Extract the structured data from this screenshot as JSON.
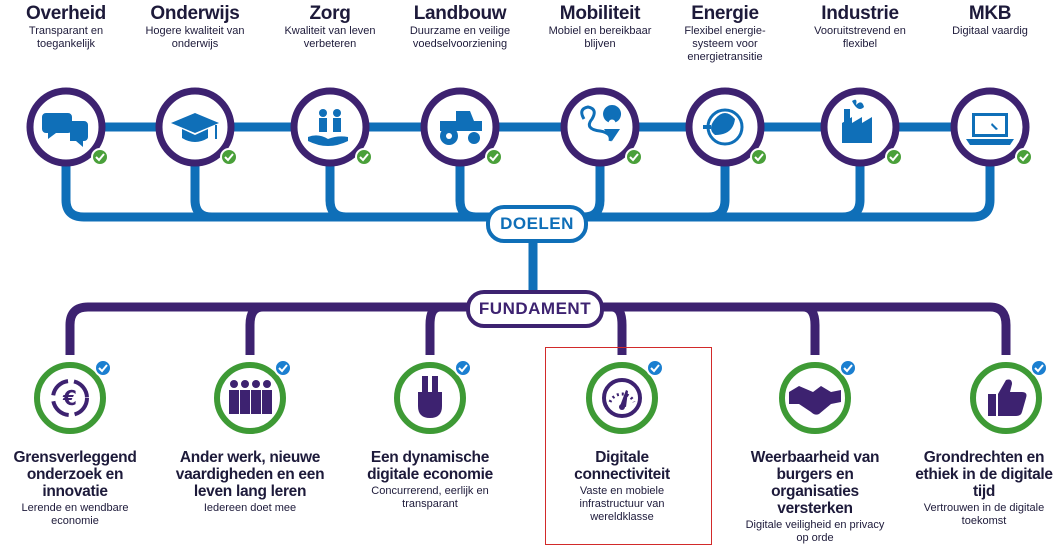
{
  "colors": {
    "purple": "#3d2270",
    "blue": "#0f6fb8",
    "green": "#3e9a35",
    "check_green": "#4aa03a",
    "check_blue": "#1b7fd0",
    "highlight": "#d22a2a"
  },
  "doelen_label": "DOELEN",
  "fundament_label": "FUNDAMENT",
  "goals": [
    {
      "title": "Overheid",
      "subtitle": "Transparant en toegankelijk",
      "icon": "speech-bubbles-icon"
    },
    {
      "title": "Onderwijs",
      "subtitle": "Hogere kwaliteit van onderwijs",
      "icon": "graduation-cap-icon"
    },
    {
      "title": "Zorg",
      "subtitle": "Kwaliteit van leven verbeteren",
      "icon": "caring-hand-icon"
    },
    {
      "title": "Landbouw",
      "subtitle": "Duurzame en veilige voedselvoorziening",
      "icon": "tractor-icon"
    },
    {
      "title": "Mobiliteit",
      "subtitle": "Mobiel en bereikbaar blijven",
      "icon": "route-pin-icon"
    },
    {
      "title": "Energie",
      "subtitle": "Flexibel energie-systeem voor energietransitie",
      "icon": "plug-leaf-icon"
    },
    {
      "title": "Industrie",
      "subtitle": "Vooruitstrevend en flexibel",
      "icon": "factory-icon"
    },
    {
      "title": "MKB",
      "subtitle": "Digitaal vaardig",
      "icon": "laptop-icon"
    }
  ],
  "foundations": [
    {
      "title": "Grensverleggend onderzoek en innovatie",
      "subtitle": "Lerende en wendbare economie",
      "icon": "euro-cycle-icon"
    },
    {
      "title": "Ander werk, nieuwe vaardigheden en een leven lang leren",
      "subtitle": "Iedereen doet mee",
      "icon": "people-group-icon"
    },
    {
      "title": "Een dynamische digitale economie",
      "subtitle": "Concurrerend, eerlijk en transparant",
      "icon": "victory-hand-icon"
    },
    {
      "title": "Digitale connectiviteit",
      "subtitle": "Vaste en mobiele infrastructuur van wereldklasse",
      "icon": "speedometer-icon"
    },
    {
      "title": "Weerbaarheid van burgers en organisaties versterken",
      "subtitle": "Digitale veiligheid en privacy op orde",
      "icon": "handshake-icon"
    },
    {
      "title": "Grondrechten en ethiek in de digitale tijd",
      "subtitle": "Vertrouwen in de digitale toekomst",
      "icon": "thumbs-up-icon"
    }
  ]
}
